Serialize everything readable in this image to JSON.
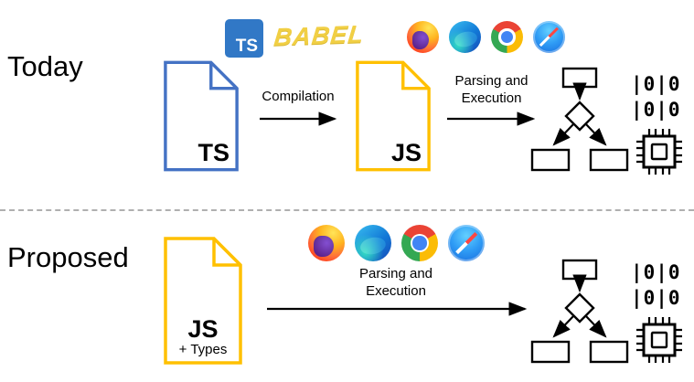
{
  "today": {
    "section_label": "Today",
    "source_file_label": "TS",
    "compilation_label": "Compilation",
    "compiled_file_label": "JS",
    "execution_label": "Parsing and Execution",
    "binary_lines": [
      "|0|0",
      "|0|0"
    ]
  },
  "proposed": {
    "section_label": "Proposed",
    "source_file_label": "JS",
    "source_file_sublabel": "+ Types",
    "execution_label": "Parsing and Execution",
    "binary_lines": [
      "|0|0",
      "|0|0"
    ]
  },
  "logos": {
    "typescript": "TS",
    "babel": "BABEL"
  },
  "icons": {
    "browsers": [
      "firefox-icon",
      "edge-icon",
      "chrome-icon",
      "safari-icon"
    ],
    "right_side": [
      "binary-code-text",
      "cpu-chip-icon"
    ],
    "flowchart": "ast-flowchart"
  },
  "colors": {
    "ts_document_outline": "#4472C4",
    "js_document_outline": "#FFC000",
    "typescript_logo_bg": "#3178C6",
    "babel_logo_text": "#F1CF44",
    "arrows_and_flowchart": "#000000",
    "divider": "#B0B0B0"
  }
}
